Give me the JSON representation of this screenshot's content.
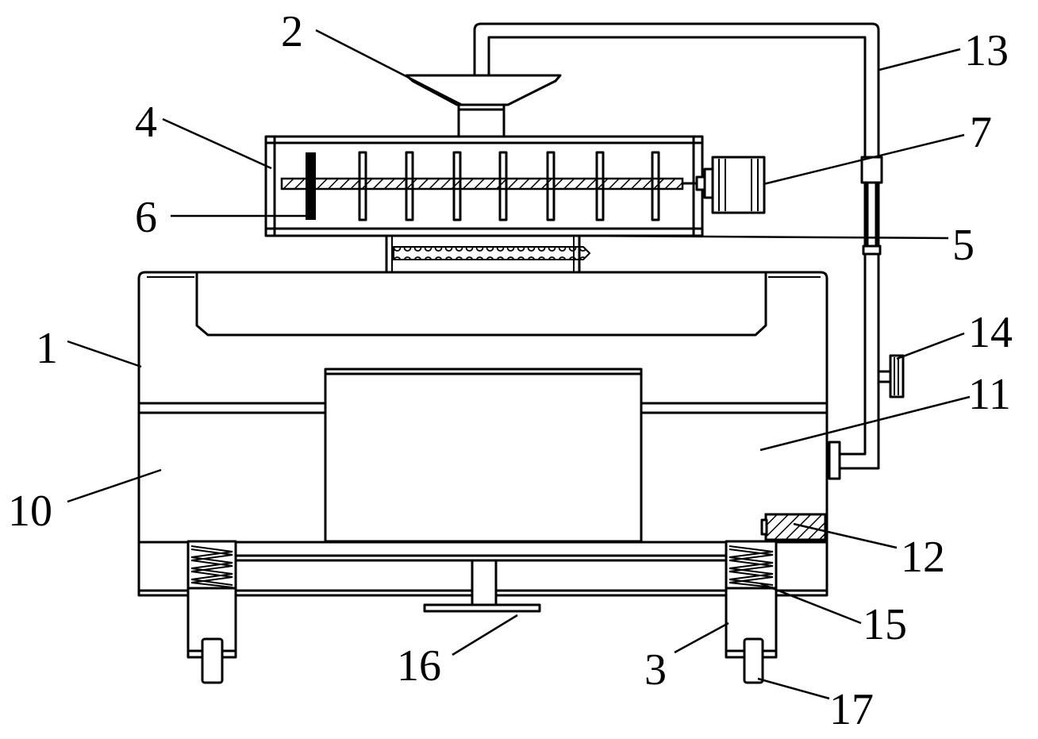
{
  "callouts": [
    "1",
    "2",
    "3",
    "4",
    "5",
    "6",
    "7",
    "10",
    "11",
    "12",
    "13",
    "14",
    "15",
    "16",
    "17"
  ],
  "colors": {
    "line": "#000000",
    "background": "#ffffff"
  }
}
